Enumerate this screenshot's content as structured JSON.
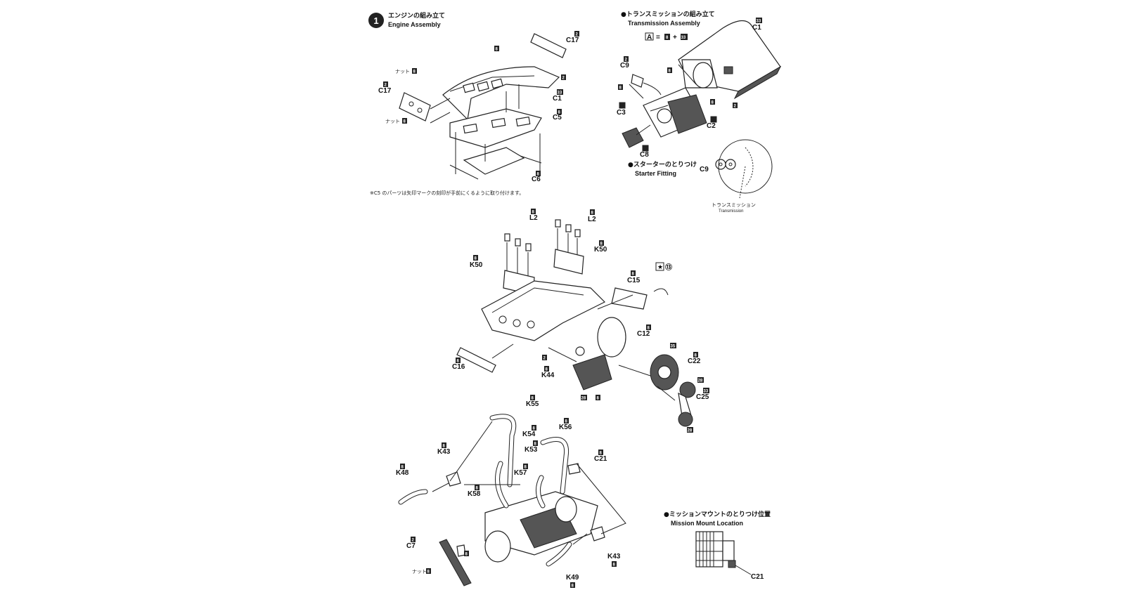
{
  "step": {
    "number": "1",
    "title_jp": "エンジンの組み立て",
    "title_en": "Engine Assembly",
    "note": "※C5 のパーツは矢印マークの刻印が手前にくるように取り付けます。"
  },
  "transmission": {
    "title_jp": "●トランスミッションの組み立て",
    "title_en": "Transmission Assembly",
    "formula_a": "A",
    "formula_eq": "=",
    "formula_b": "8",
    "formula_plus": "+",
    "formula_c": "33"
  },
  "starter": {
    "title_jp": "●スターターのとりつけ",
    "title_en": "Starter Fitting",
    "part": "C9",
    "ref_jp": "トランスミッション",
    "ref_en": "Transmission"
  },
  "mission_mount": {
    "title_jp": "●ミッションマウントのとりつけ位置",
    "title_en": "Mission Mount Location",
    "part": "C21"
  },
  "labels": {
    "c17a": "C17",
    "c17b": "C17",
    "c1a": "C1",
    "c5": "C5",
    "c6": "C6",
    "nut1": "ナット",
    "nut2": "ナット",
    "nut3": "ナット",
    "c1b": "C1",
    "c9": "C9",
    "c3": "C3",
    "c2": "C2",
    "c8": "C8",
    "l2a": "L2",
    "l2b": "L2",
    "k50a": "K50",
    "k50b": "K50",
    "c15": "C15",
    "star13": "⑬",
    "c12": "C12",
    "c16": "C16",
    "k44": "K44",
    "c22": "C22",
    "c25": "C25",
    "k55": "K55",
    "k54": "K54",
    "k56": "K56",
    "k43a": "K43",
    "k53": "K53",
    "c21": "C21",
    "k48": "K48",
    "k57": "K57",
    "k58": "K58",
    "c7": "C7",
    "k43b": "K43",
    "k49": "K49"
  },
  "tags": {
    "t8": "8",
    "t2": "2",
    "t33": "33",
    "t35": "35",
    "t28": "28",
    "tA": "A"
  }
}
